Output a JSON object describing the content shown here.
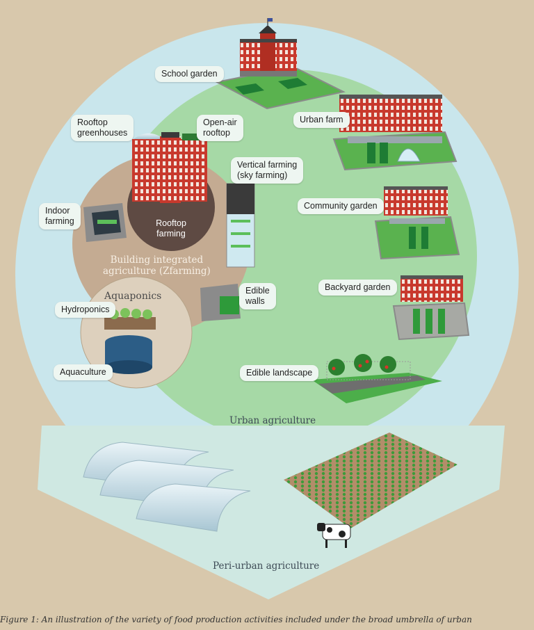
{
  "labels": {
    "school_garden": "School garden",
    "urban_farm": "Urban farm",
    "community_garden": "Community garden",
    "backyard_garden": "Backyard garden",
    "edible_landscape": "Edible landscape",
    "rooftop_greenhouses": "Rooftop\ngreenhouses",
    "open_air_rooftop": "Open-air\nrooftop",
    "vertical_farming": "Vertical farming\n(sky farming)",
    "indoor_farming": "Indoor\nfarming",
    "rooftop_farming": "Rooftop\nfarming",
    "building_integrated": "Building integrated\nagriculture (Zfarming)",
    "edible_walls": "Edible\nwalls",
    "aquaponics": "Aquaponics",
    "hydroponics": "Hydroponics",
    "aquaculture": "Aquaculture",
    "urban_agriculture": "Urban agriculture",
    "peri_urban_agriculture": "Peri-urban agriculture"
  },
  "caption": "Figure 1: An illustration of the variety of food production activities included under the broad umbrella of urban",
  "colors": {
    "background": "#d8c8ac",
    "outer_circle": "#c9e6ec",
    "urban_circle": "#a6d9a6",
    "zfarming_circle": "#c4ab92",
    "aquaponics_circle": "#ddd0bd",
    "rooftop_circle": "#5e4a43",
    "brick": "#c8392d",
    "peri_panel": "#cfe8e2"
  }
}
